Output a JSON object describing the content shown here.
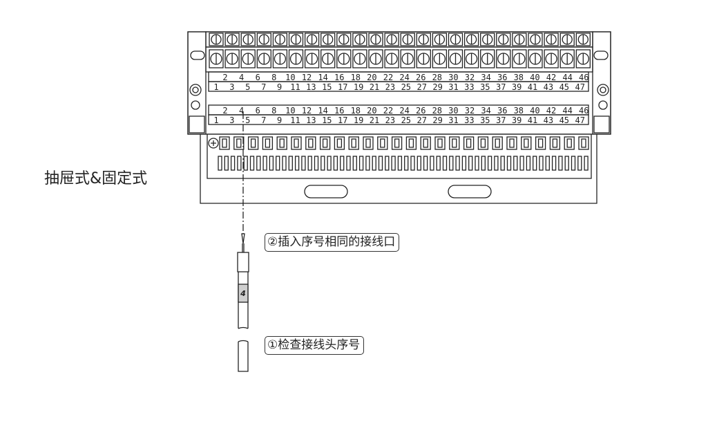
{
  "side_label": "抽屉式&固定式",
  "steps": {
    "insert": {
      "marker": "②",
      "text": "插入序号相同的接线口"
    },
    "check": {
      "marker": "①",
      "text": "检查接线头序号"
    }
  },
  "terminal_numbers": {
    "even": [
      "2",
      "4",
      "6",
      "8",
      "10",
      "12",
      "14",
      "16",
      "18",
      "20",
      "22",
      "24",
      "26",
      "28",
      "30",
      "32",
      "34",
      "36",
      "38",
      "40",
      "42",
      "44",
      "46"
    ],
    "odd": [
      "1",
      "3",
      "5",
      "7",
      "9",
      "11",
      "13",
      "15",
      "17",
      "19",
      "21",
      "23",
      "25",
      "27",
      "29",
      "31",
      "33",
      "35",
      "37",
      "39",
      "41",
      "43",
      "45",
      "47"
    ]
  },
  "wire_tag": "4"
}
